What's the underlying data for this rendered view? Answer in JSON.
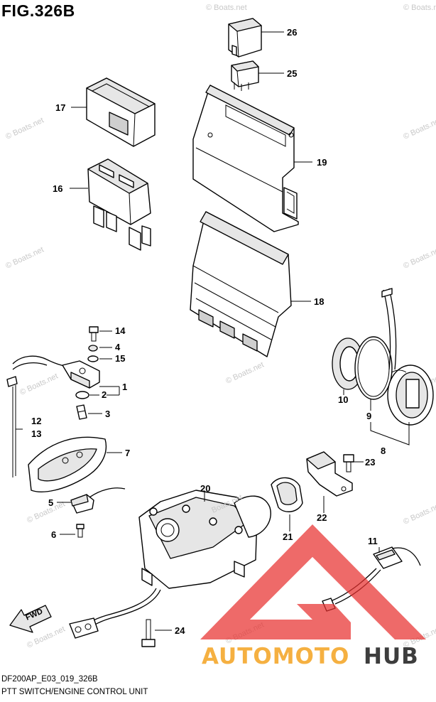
{
  "figure": {
    "title": "FIG.326B",
    "code": "DF200AP_E03_019_326B",
    "caption": "PTT SWITCH/ENGINE CONTROL UNIT",
    "watermark": "© Boats.net",
    "watermark_inline": "Boats.net",
    "fwd_label": "FWD"
  },
  "callouts": {
    "c1": "1",
    "c2": "2",
    "c3": "3",
    "c4": "4",
    "c5": "5",
    "c6": "6",
    "c7": "7",
    "c8": "8",
    "c9": "9",
    "c10": "10",
    "c11": "11",
    "c12": "12",
    "c13": "13",
    "c14": "14",
    "c15": "15",
    "c16": "16",
    "c17": "17",
    "c18": "18",
    "c19": "19",
    "c20": "20",
    "c21": "21",
    "c22": "22",
    "c23": "23",
    "c24": "24",
    "c25": "25",
    "c26": "26"
  },
  "logo": {
    "text_part1": "AUTOMOTO",
    "text_part2": "HUB",
    "color_part1": "#f5b041",
    "color_part2": "#3d3d3d",
    "triangle_color": "#e8312f"
  },
  "colors": {
    "ink": "#000000",
    "watermark": "#c8c8c8"
  }
}
